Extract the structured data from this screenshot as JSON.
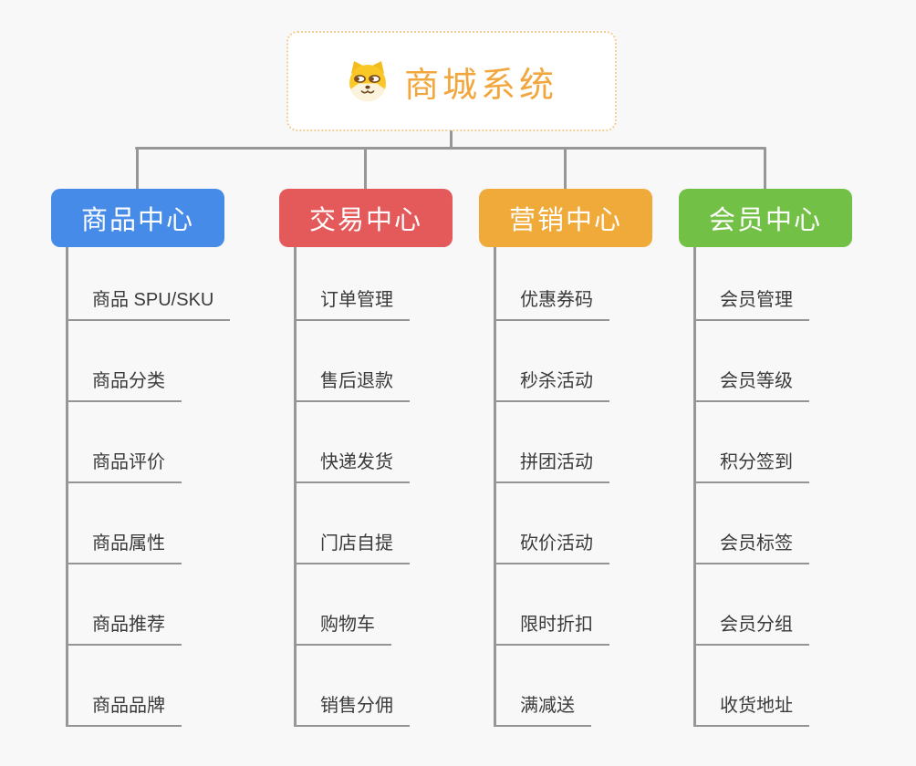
{
  "root": {
    "title": "商城系统",
    "icon": "dog-face-icon",
    "text_color": "#F2A73E",
    "border_color": "#F3CE94",
    "background": "#ffffff"
  },
  "branches": [
    {
      "label": "商品中心",
      "color": "#478BE8",
      "items": [
        "商品 SPU/SKU",
        "商品分类",
        "商品评价",
        "商品属性",
        "商品推荐",
        "商品品牌"
      ]
    },
    {
      "label": "交易中心",
      "color": "#E4595A",
      "items": [
        "订单管理",
        "售后退款",
        "快递发货",
        "门店自提",
        "购物车",
        "销售分佣"
      ]
    },
    {
      "label": "营销中心",
      "color": "#EFAA3A",
      "items": [
        "优惠券码",
        "秒杀活动",
        "拼团活动",
        "砍价活动",
        "限时折扣",
        "满减送"
      ]
    },
    {
      "label": "会员中心",
      "color": "#72C045",
      "items": [
        "会员管理",
        "会员等级",
        "积分签到",
        "会员标签",
        "会员分组",
        "收货地址"
      ]
    }
  ],
  "colors": {
    "background": "#f8f8f8",
    "connector": "#979797",
    "item_text": "#3a3a3a",
    "branch_text": "#ffffff"
  }
}
